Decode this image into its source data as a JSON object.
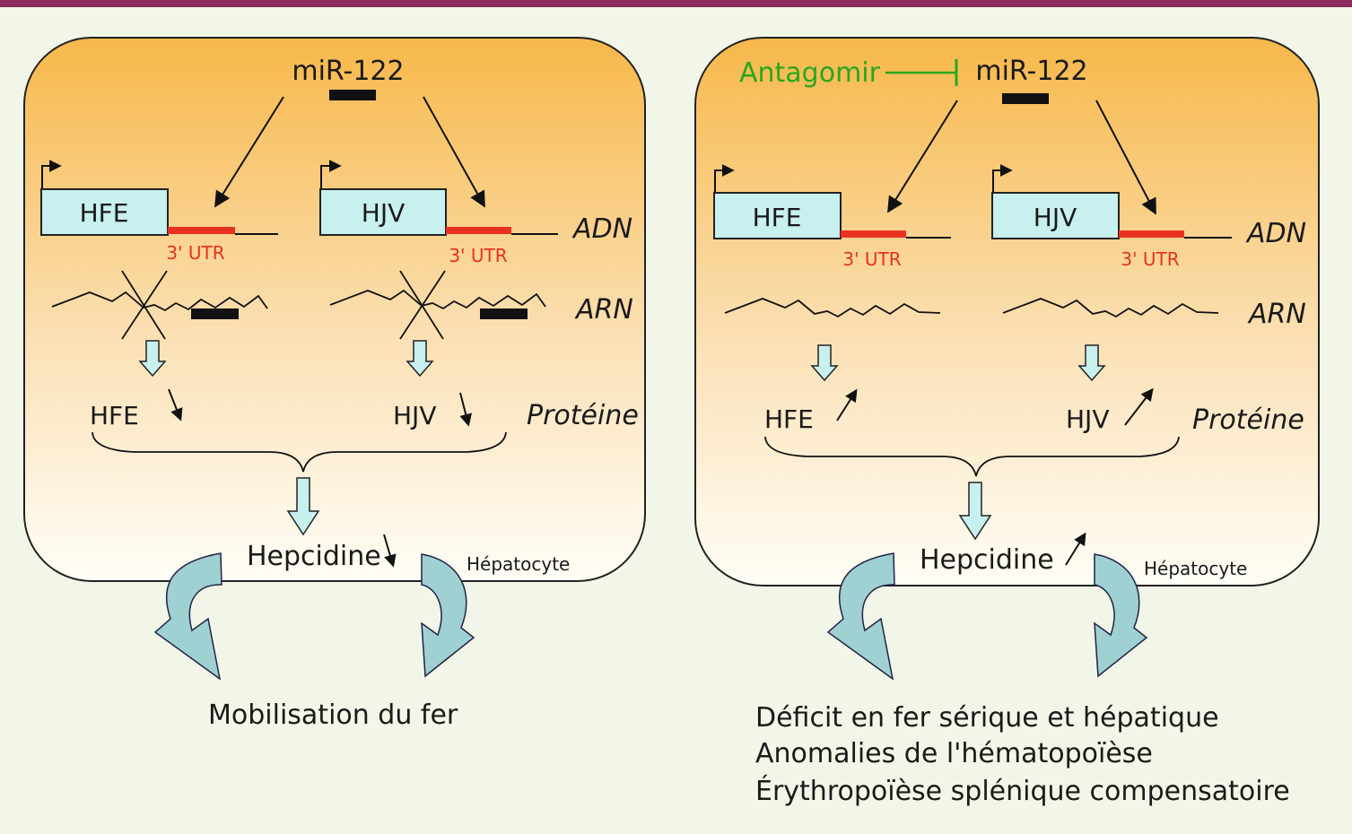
{
  "colors": {
    "top_bar": "#8a2b5a",
    "panel_top": "#f7b84a",
    "panel_bottom": "#fffef7",
    "gene_box": "#c8f0ee",
    "utr": "#e8321e",
    "big_arrow": "#9fd0d2",
    "antagomir": "#2aa61c"
  },
  "left": {
    "mirna": "miR-122",
    "gene1": "HFE",
    "gene2": "HJV",
    "utr1": "3' UTR",
    "utr2": "3' UTR",
    "adn": "ADN",
    "arn": "ARN",
    "prot1": "HFE",
    "prot2": "HJV",
    "proteine": "Protéine",
    "hepcidine": "Hepcidine",
    "hepatocyte": "Hépatocyte",
    "outcome": "Mobilisation du fer",
    "trend": "down"
  },
  "right": {
    "antagomir": "Antagomir",
    "mirna": "miR-122",
    "gene1": "HFE",
    "gene2": "HJV",
    "utr1": "3' UTR",
    "utr2": "3' UTR",
    "adn": "ADN",
    "arn": "ARN",
    "prot1": "HFE",
    "prot2": "HJV",
    "proteine": "Protéine",
    "hepcidine": "Hepcidine",
    "hepatocyte": "Hépatocyte",
    "outcome1": "Déficit en fer sérique et hépatique",
    "outcome2": "Anomalies de l'hématopoïèse",
    "outcome3": "Érythropoïèse splénique compensatoire",
    "trend": "up"
  }
}
